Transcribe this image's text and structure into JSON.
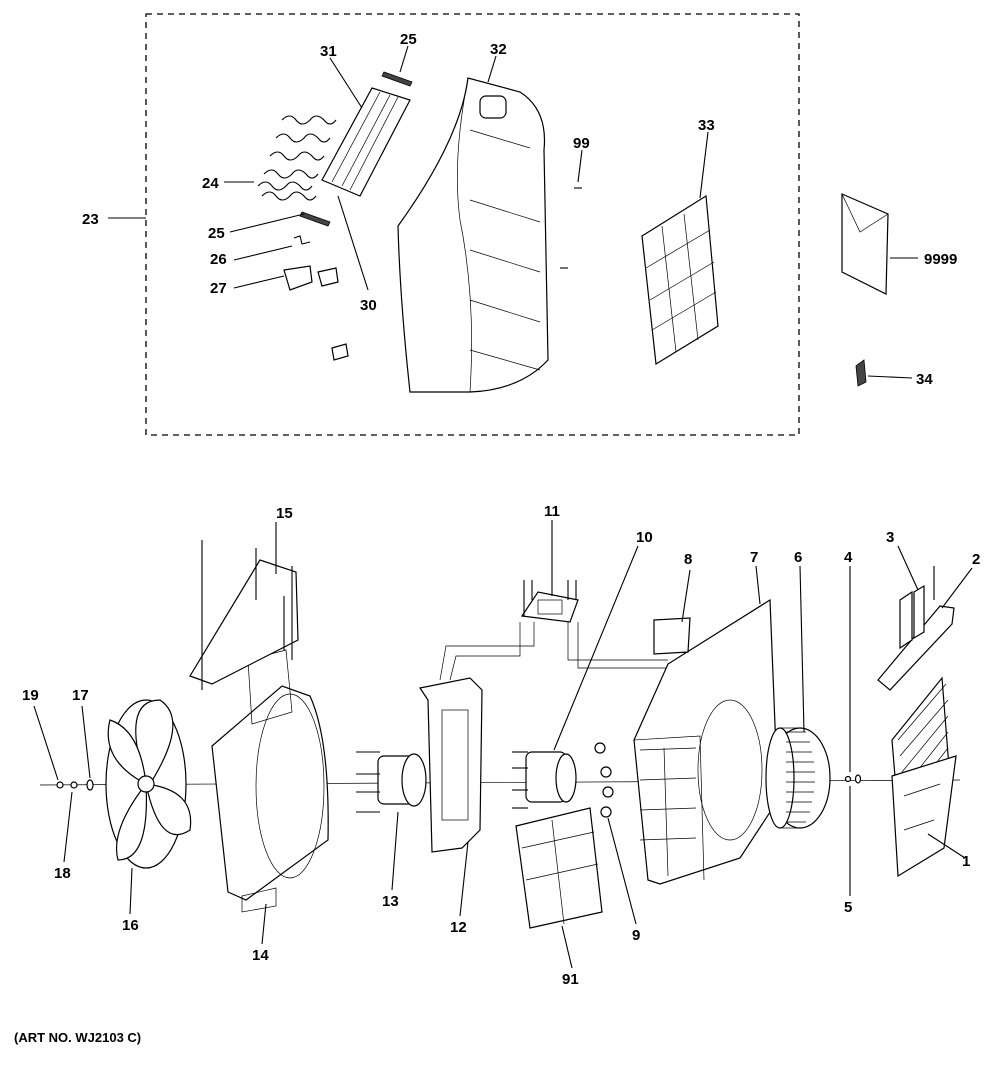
{
  "art_number": "(ART NO. WJ2103 C)",
  "callouts": {
    "c1": "1",
    "c2": "2",
    "c3": "3",
    "c4": "4",
    "c5": "5",
    "c6": "6",
    "c7": "7",
    "c8": "8",
    "c9": "9",
    "c10": "10",
    "c11": "11",
    "c12": "12",
    "c13": "13",
    "c14": "14",
    "c15": "15",
    "c16": "16",
    "c17": "17",
    "c18": "18",
    "c19": "19",
    "c23": "23",
    "c24": "24",
    "c25a": "25",
    "c25b": "25",
    "c26": "26",
    "c27": "27",
    "c30": "30",
    "c31": "31",
    "c32": "32",
    "c33": "33",
    "c34": "34",
    "c91": "91",
    "c99": "99",
    "c9999": "9999"
  }
}
